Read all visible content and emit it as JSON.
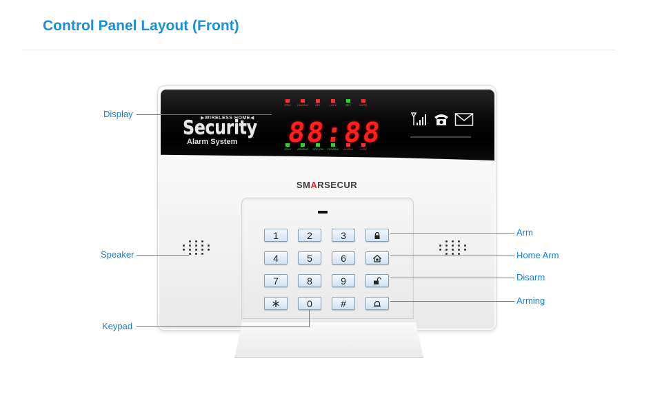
{
  "page": {
    "title": "Control Panel Layout (Front)"
  },
  "device": {
    "screen_band": "WIRELESS HOME",
    "screen_brand": "Security",
    "screen_subtitle": "Alarm System",
    "clock_digits": "88:88",
    "brand_prefix": "SM",
    "brand_accent": "A",
    "brand_suffix": "RSECUR",
    "status_indicators_top": [
      "GSM",
      "DIALING",
      "SET",
      "LOCK",
      "SET",
      "MUTE"
    ],
    "status_indicators_bottom": [
      "STAY",
      "ARMING",
      "SOS ON",
      "DISARM",
      "ALARM",
      "LOW"
    ]
  },
  "keypad": {
    "keys": [
      "1",
      "2",
      "3",
      "arm-icon",
      "4",
      "5",
      "6",
      "home-arm-icon",
      "7",
      "8",
      "9",
      "disarm-icon",
      "*",
      "0",
      "#",
      "arming-icon"
    ]
  },
  "callouts": {
    "display": "Display",
    "speaker": "Speaker",
    "keypad": "Keypad",
    "arm": "Arm",
    "home_arm": "Home Arm",
    "disarm": "Disarm",
    "arming": "Arming"
  },
  "colors": {
    "title": "#1a8fd6",
    "label": "#1a7fcf",
    "digits": "#ff1f1f",
    "brand_accent": "#e32626"
  }
}
